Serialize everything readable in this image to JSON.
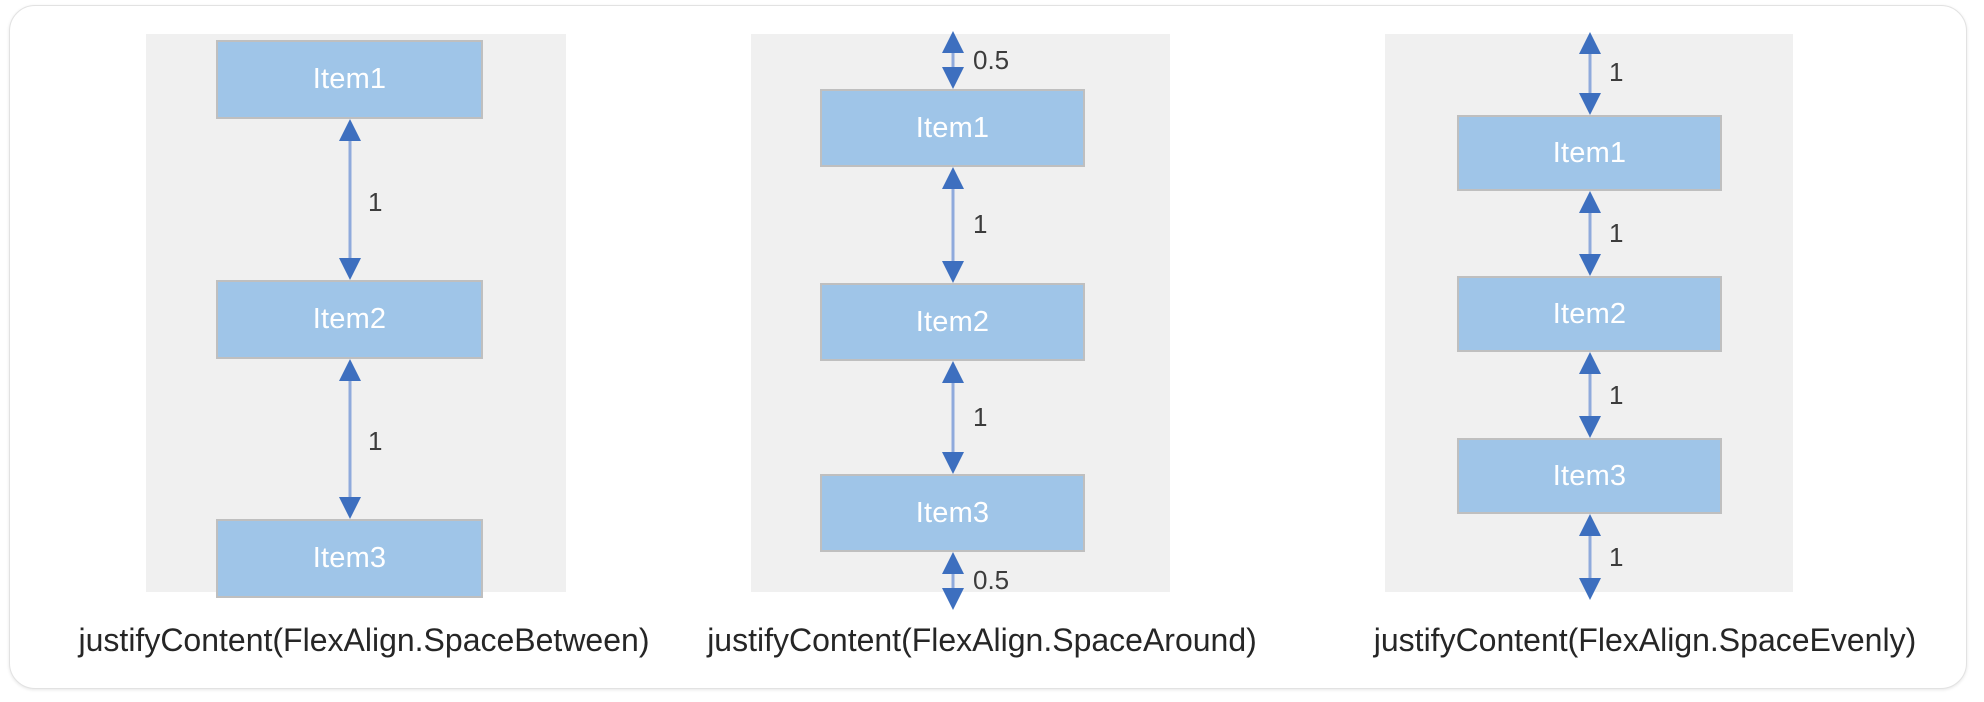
{
  "diagram": {
    "title_bar": null,
    "colors": {
      "card_background": "#ffffff",
      "card_border": "#e2e2e2",
      "panel_background": "#f0f0f0",
      "item_fill": "#9fc5e8",
      "item_border": "#bfbfbf",
      "item_text": "#ffffff",
      "arrow_head": "#3d6fbf",
      "arrow_shaft": "#8faadc",
      "label_text": "#3c3c3c",
      "caption_text": "#262626"
    },
    "panels": [
      {
        "id": "space-between",
        "caption": "justifyContent(FlexAlign.SpaceBetween)",
        "items": [
          {
            "label": "Item1"
          },
          {
            "label": "Item2"
          },
          {
            "label": "Item3"
          }
        ],
        "gaps": [
          {
            "value": "1",
            "position": "between-item1-item2"
          },
          {
            "value": "1",
            "position": "between-item2-item3"
          }
        ]
      },
      {
        "id": "space-around",
        "caption": "justifyContent(FlexAlign.SpaceAround)",
        "items": [
          {
            "label": "Item1"
          },
          {
            "label": "Item2"
          },
          {
            "label": "Item3"
          }
        ],
        "gaps": [
          {
            "value": "0.5",
            "position": "before-item1"
          },
          {
            "value": "1",
            "position": "between-item1-item2"
          },
          {
            "value": "1",
            "position": "between-item2-item3"
          },
          {
            "value": "0.5",
            "position": "after-item3"
          }
        ]
      },
      {
        "id": "space-evenly",
        "caption": "justifyContent(FlexAlign.SpaceEvenly)",
        "items": [
          {
            "label": "Item1"
          },
          {
            "label": "Item2"
          },
          {
            "label": "Item3"
          }
        ],
        "gaps": [
          {
            "value": "1",
            "position": "before-item1"
          },
          {
            "value": "1",
            "position": "between-item1-item2"
          },
          {
            "value": "1",
            "position": "between-item2-item3"
          },
          {
            "value": "1",
            "position": "after-item3"
          }
        ]
      }
    ]
  }
}
